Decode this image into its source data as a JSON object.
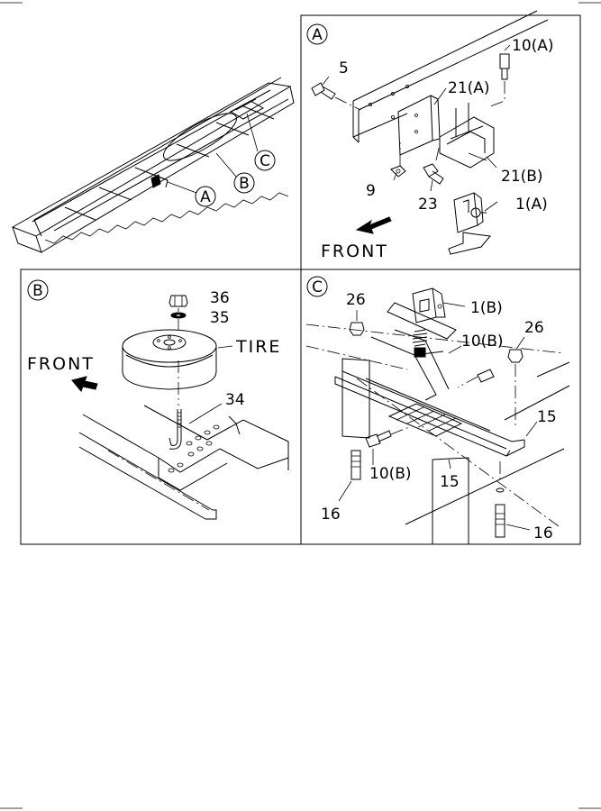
{
  "callouts": {
    "overview_a": "A",
    "overview_b": "B",
    "overview_c": "C"
  },
  "panel_a": {
    "badge": "A",
    "labels": {
      "p5": "5",
      "p10a": "10(A)",
      "p21a": "21(A)",
      "p21b": "21(B)",
      "p9": "9",
      "p23": "23",
      "p1a": "1(A)"
    },
    "front": "FRONT"
  },
  "panel_b": {
    "badge": "B",
    "labels": {
      "p36": "36",
      "p35": "35",
      "tire": "TIRE",
      "p34": "34"
    },
    "front": "FRONT"
  },
  "panel_c": {
    "badge": "C",
    "labels": {
      "p26_left": "26",
      "p1b": "1(B)",
      "p10b_top": "10(B)",
      "p26_right": "26",
      "p15_right": "15",
      "p10b_bottom": "10(B)",
      "p15_bottom": "15",
      "p16_left": "16",
      "p16_right": "16"
    }
  }
}
